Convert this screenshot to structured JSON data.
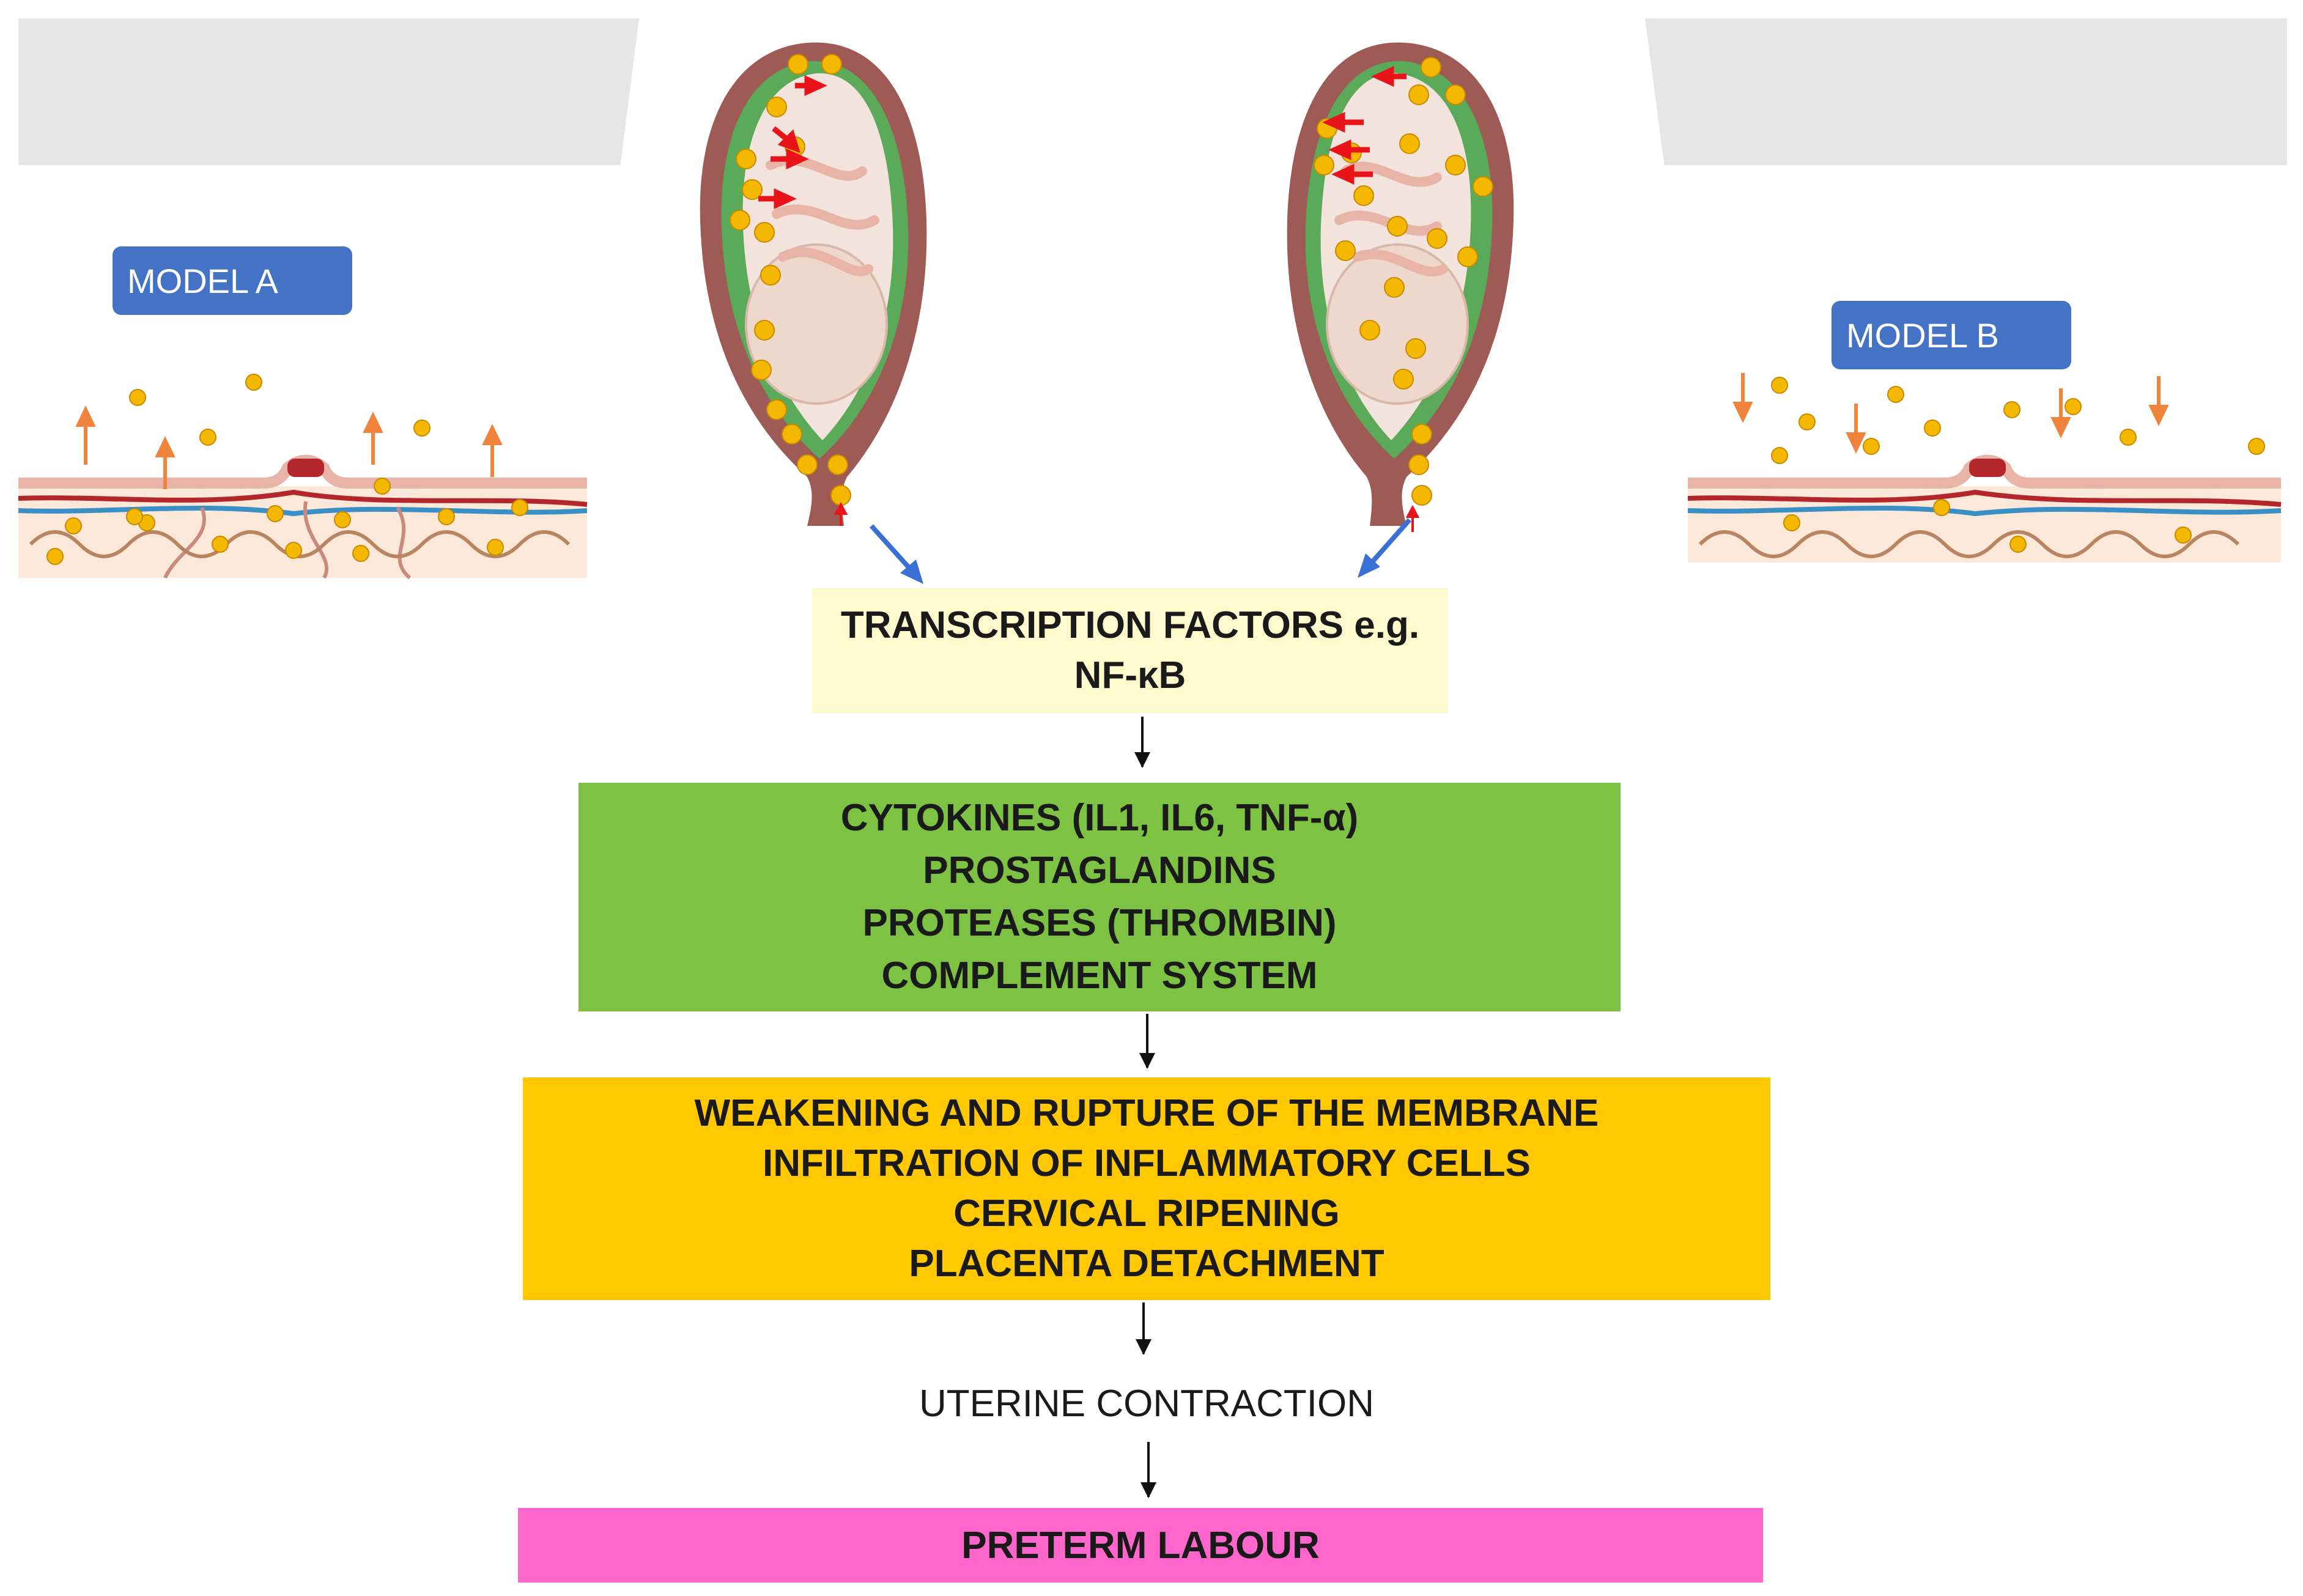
{
  "model_a_label": "MODEL A",
  "model_b_label": "MODEL B",
  "transcription_box": {
    "lines": [
      "TRANSCRIPTION FACTORS e.g.",
      "NF-κB"
    ],
    "color": "#fffacd"
  },
  "mediators_box": {
    "lines": [
      "CYTOKINES (IL1, IL6, TNF-α)",
      "PROSTAGLANDINS",
      "PROTEASES (THROMBIN)",
      "COMPLEMENT SYSTEM"
    ],
    "color": "#7dc242"
  },
  "effects_box": {
    "lines": [
      "WEAKENING AND RUPTURE OF THE MEMBRANE",
      "INFILTRATION OF INFLAMMATORY CELLS",
      "CERVICAL RIPENING",
      "PLACENTA DETACHMENT"
    ],
    "color": "#ffc800"
  },
  "uterine_label": "UTERINE CONTRACTION",
  "outcome_box": {
    "label": "PRETERM LABOUR",
    "color": "#ff66cc"
  },
  "colors": {
    "bacteria": "#f5b800",
    "bacteria_edge": "#c98a00",
    "orange_arrow": "#f0843c",
    "red_arrow": "#e8141a",
    "blue_arrow": "#3a6fd6",
    "uterus_wall": "#9e5a54",
    "amniotic_green": "#5aaa5a",
    "fetus": "#f2e4dc"
  }
}
